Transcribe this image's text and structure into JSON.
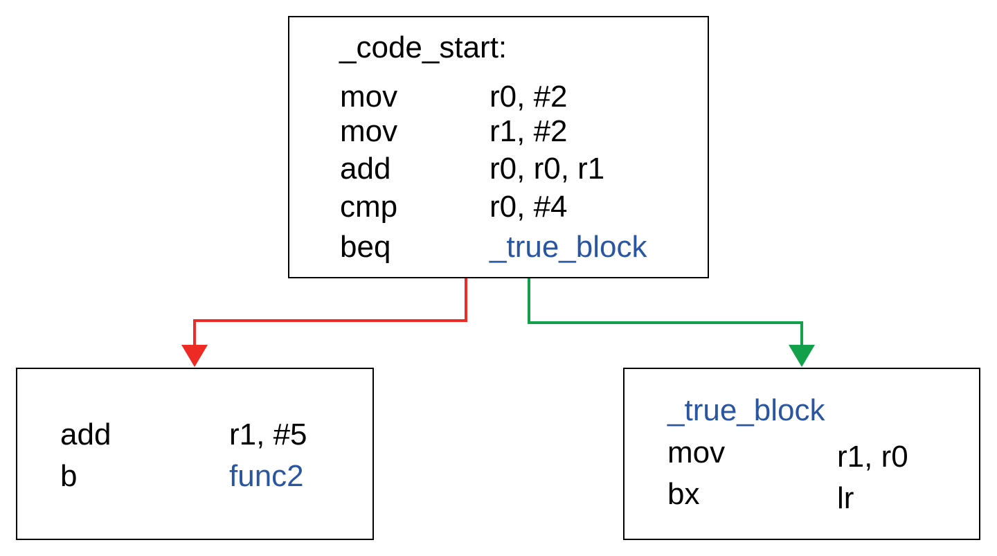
{
  "colors": {
    "false_edge": "#ee2a24",
    "true_edge": "#12a04a",
    "link_text": "#2a55a0"
  },
  "top_block": {
    "label": "_code_start:",
    "instructions": [
      {
        "op": "mov",
        "args": "r0, #2"
      },
      {
        "op": "mov",
        "args": "r1, #2"
      },
      {
        "op": "add",
        "args": "r0, r0, r1"
      },
      {
        "op": "cmp",
        "args": "r0, #4"
      },
      {
        "op": "beq",
        "args": "_true_block"
      }
    ]
  },
  "false_block": {
    "instructions": [
      {
        "op": "add",
        "args": "r1, #5"
      },
      {
        "op": "b",
        "args": "func2"
      }
    ]
  },
  "true_block": {
    "label": "_true_block",
    "instructions": [
      {
        "op": "mov",
        "args": "r1, r0"
      },
      {
        "op": "bx",
        "args": "lr"
      }
    ]
  }
}
